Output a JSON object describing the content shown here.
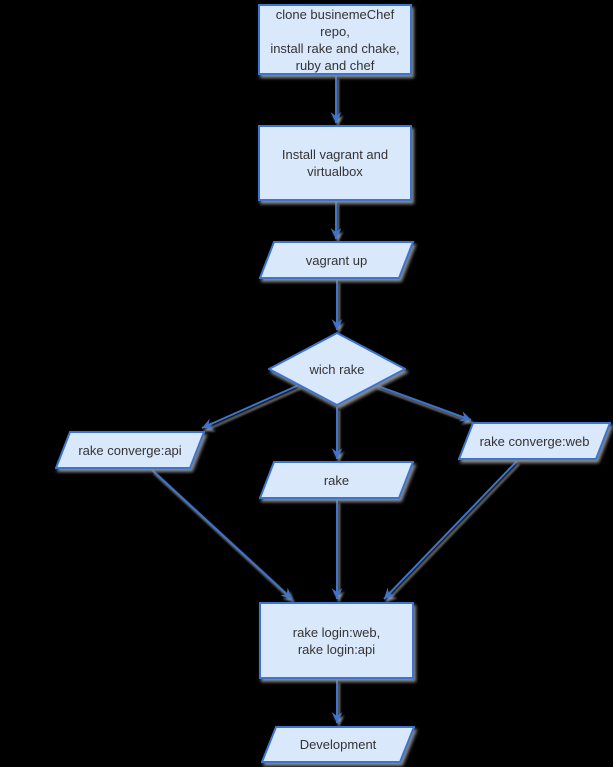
{
  "colors": {
    "background": "#000000",
    "node_fill": "#dae8fc",
    "node_stroke": "#3b74d1",
    "edge": "#3b74d1",
    "text": "#333333",
    "shadow": "#8c8c8c"
  },
  "edge_style": {
    "arrowhead": "classic"
  },
  "nodes": {
    "clone": {
      "type": "process",
      "label": "clone businemeChef repo,\ninstall rake and chake,\nruby and chef"
    },
    "install_vagrant": {
      "type": "process",
      "label": "Install vagrant and\nvirtualbox"
    },
    "vagrant_up": {
      "type": "input-output",
      "label": "vagrant up"
    },
    "which_rake": {
      "type": "decision",
      "label": "wich rake"
    },
    "rake_converge_api": {
      "type": "input-output",
      "label": "rake converge:api"
    },
    "rake": {
      "type": "input-output",
      "label": "rake"
    },
    "rake_converge_web": {
      "type": "input-output",
      "label": "rake converge:web"
    },
    "rake_login": {
      "type": "process",
      "label": "rake login:web,\nrake login:api"
    },
    "development": {
      "type": "input-output",
      "label": "Development"
    }
  },
  "edges": [
    {
      "from": "clone",
      "to": "install_vagrant"
    },
    {
      "from": "install_vagrant",
      "to": "vagrant_up"
    },
    {
      "from": "vagrant_up",
      "to": "which_rake"
    },
    {
      "from": "which_rake",
      "to": "rake_converge_api"
    },
    {
      "from": "which_rake",
      "to": "rake"
    },
    {
      "from": "which_rake",
      "to": "rake_converge_web"
    },
    {
      "from": "rake_converge_api",
      "to": "rake_login"
    },
    {
      "from": "rake",
      "to": "rake_login"
    },
    {
      "from": "rake_converge_web",
      "to": "rake_login"
    },
    {
      "from": "rake_login",
      "to": "development"
    }
  ]
}
